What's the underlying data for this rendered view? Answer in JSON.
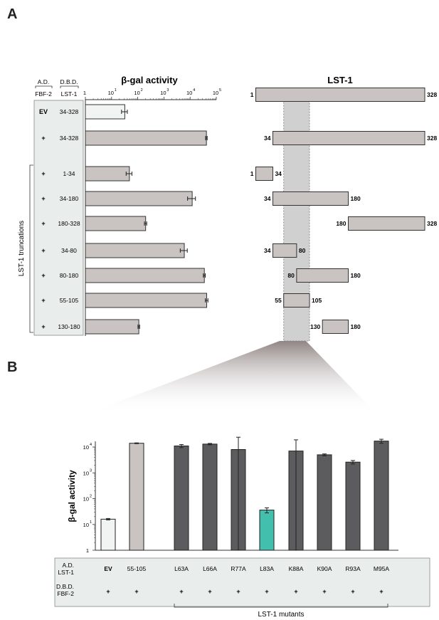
{
  "panel_a": {
    "label": "A"
  },
  "panel_b": {
    "label": "B"
  },
  "colors": {
    "bar_gray": "#c9c4c1",
    "bar_dark": "#5c5c5f",
    "bar_teal": "#43bfae",
    "bar_ev": "#f2f4f4",
    "shade_panel": "#e9eeec",
    "region_highlight": "#d1d0d0",
    "zoom_cone": "#8a7f7e"
  },
  "chart_data": [
    {
      "type": "bar",
      "orientation": "horizontal",
      "title": "β-gal activity",
      "xscale": "log",
      "xlim": [
        1,
        100000
      ],
      "xticks": [
        "1",
        "10",
        "10",
        "10",
        "10",
        "10"
      ],
      "xtick_exponents": [
        "",
        "1",
        "2",
        "3",
        "4",
        "5"
      ],
      "col_headers": {
        "ad": "A.D.",
        "ad_construct": "FBF-2",
        "dbd": "D.B.D.",
        "dbd_construct": "LST-1"
      },
      "group_label": "LST-1 truncations",
      "rows": [
        {
          "ad": "EV",
          "construct": "34-328",
          "value": 32,
          "err": 8,
          "fill": "ev"
        },
        {
          "ad": "+",
          "construct": "34-328",
          "value": 42000,
          "err": 3000,
          "fill": "gray"
        },
        {
          "ad": "+",
          "construct": "1-34",
          "value": 48,
          "err": 12,
          "fill": "gray"
        },
        {
          "ad": "+",
          "construct": "34-180",
          "value": 12000,
          "err": 4000,
          "fill": "gray"
        },
        {
          "ad": "+",
          "construct": "180-328",
          "value": 200,
          "err": 20,
          "fill": "gray"
        },
        {
          "ad": "+",
          "construct": "34-80",
          "value": 6000,
          "err": 1800,
          "fill": "gray"
        },
        {
          "ad": "+",
          "construct": "80-180",
          "value": 35000,
          "err": 3000,
          "fill": "gray"
        },
        {
          "ad": "+",
          "construct": "55-105",
          "value": 43000,
          "err": 5000,
          "fill": "gray"
        },
        {
          "ad": "+",
          "construct": "130-180",
          "value": 110,
          "err": 8,
          "fill": "gray"
        }
      ]
    },
    {
      "type": "range",
      "title": "LST-1",
      "domain": [
        1,
        328
      ],
      "highlight": [
        55,
        105
      ],
      "segments": [
        {
          "start": 1,
          "end": 328,
          "start_label": "1",
          "end_label": "328"
        },
        {
          "start": 34,
          "end": 328,
          "start_label": "34",
          "end_label": "328"
        },
        {
          "start": 1,
          "end": 34,
          "start_label": "1",
          "end_label": "34"
        },
        {
          "start": 34,
          "end": 180,
          "start_label": "34",
          "end_label": "180"
        },
        {
          "start": 180,
          "end": 328,
          "start_label": "180",
          "end_label": "328"
        },
        {
          "start": 34,
          "end": 80,
          "start_label": "34",
          "end_label": "80"
        },
        {
          "start": 80,
          "end": 180,
          "start_label": "80",
          "end_label": "180"
        },
        {
          "start": 55,
          "end": 105,
          "start_label": "55",
          "end_label": "105"
        },
        {
          "start": 130,
          "end": 180,
          "start_label": "130",
          "end_label": "180"
        }
      ]
    },
    {
      "type": "bar",
      "orientation": "vertical",
      "ylabel": "β-gal activity",
      "yscale": "log",
      "ylim": [
        1,
        10000
      ],
      "yticks": [
        "1",
        "10",
        "10",
        "10",
        "10"
      ],
      "ytick_exponents": [
        "",
        "1",
        "2",
        "3",
        "4"
      ],
      "row_labels": {
        "top_a": "A.D.",
        "top_b": "LST-1",
        "bottom_a": "D.B.D.",
        "bottom_b": "FBF-2"
      },
      "group_label": "LST-1 mutants",
      "bars": [
        {
          "label": "EV",
          "value": 16,
          "err": 1,
          "fill": "ev",
          "dbd": "+"
        },
        {
          "label": "55-105",
          "value": 14000,
          "err": 500,
          "fill": "gray",
          "dbd": "+"
        },
        {
          "label": "L63A",
          "value": 11000,
          "err": 1500,
          "fill": "dark",
          "dbd": "+"
        },
        {
          "label": "L66A",
          "value": 13000,
          "err": 800,
          "fill": "dark",
          "dbd": "+"
        },
        {
          "label": "R77A",
          "value": 8000,
          "err": 16000,
          "fill": "dark",
          "dbd": "+"
        },
        {
          "label": "L83A",
          "value": 36,
          "err": 8,
          "fill": "teal",
          "dbd": "+"
        },
        {
          "label": "K88A",
          "value": 7000,
          "err": 12000,
          "fill": "dark",
          "dbd": "+"
        },
        {
          "label": "K90A",
          "value": 5000,
          "err": 400,
          "fill": "dark",
          "dbd": "+"
        },
        {
          "label": "R93A",
          "value": 2600,
          "err": 400,
          "fill": "dark",
          "dbd": "+"
        },
        {
          "label": "M95A",
          "value": 17000,
          "err": 3000,
          "fill": "dark",
          "dbd": "+"
        }
      ]
    }
  ]
}
